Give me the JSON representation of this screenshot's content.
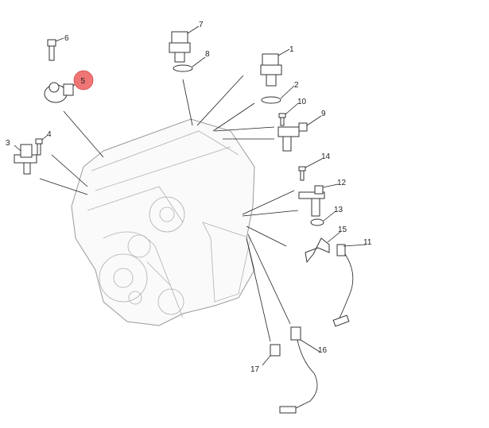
{
  "diagram": {
    "highlight_color": "#f07575",
    "callouts": {
      "c1": "1",
      "c2": "2",
      "c3": "3",
      "c4": "4",
      "c5": "5",
      "c6": "6",
      "c7": "7",
      "c8": "8",
      "c9": "9",
      "c10": "10",
      "c11": "11",
      "c12": "12",
      "c13": "13",
      "c14": "14",
      "c15": "15",
      "c16": "16",
      "c17": "17"
    },
    "selected_callout": "5"
  }
}
